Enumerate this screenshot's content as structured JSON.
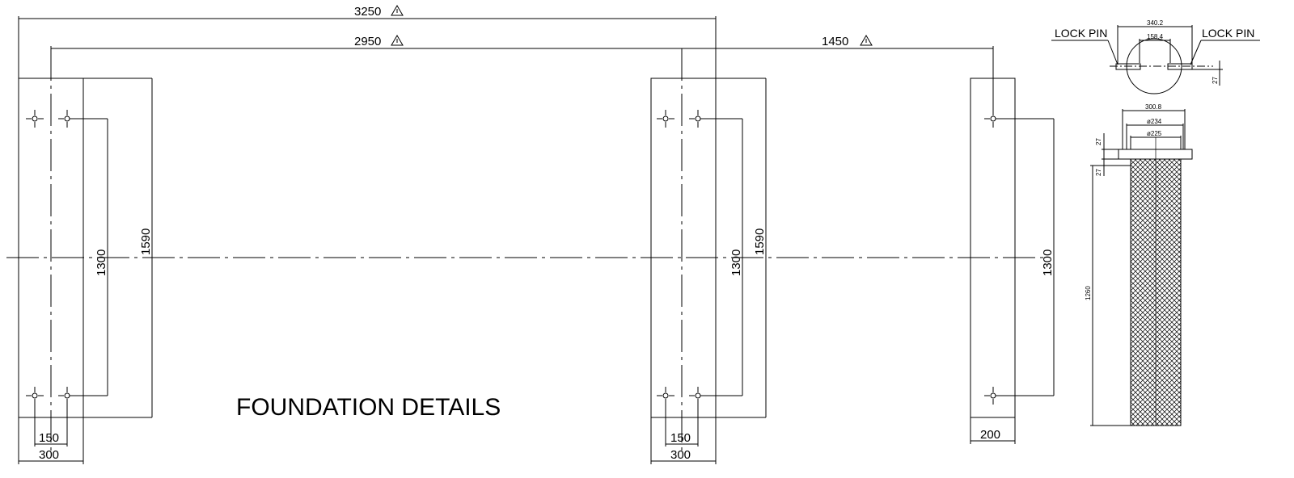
{
  "title": "FOUNDATION DETAILS",
  "dimensions": {
    "overall": "3250",
    "left_to_middle": "2950",
    "middle_to_right": "1450",
    "block_height": "1590",
    "bolt_spacing_vertical": "1300",
    "bolt_spacing_horizontal": "150",
    "block_width": "300",
    "right_block_width": "200"
  },
  "warning_icon": "warning-triangle-icon",
  "detail": {
    "lock_pin_label": "LOCK PIN",
    "flange_width": "340.2",
    "inner_width": "158.4",
    "thickness": "27",
    "base_width": "300.8",
    "outer_diameter": "ø234",
    "inner_diameter": "ø225",
    "column_height": "1260"
  }
}
